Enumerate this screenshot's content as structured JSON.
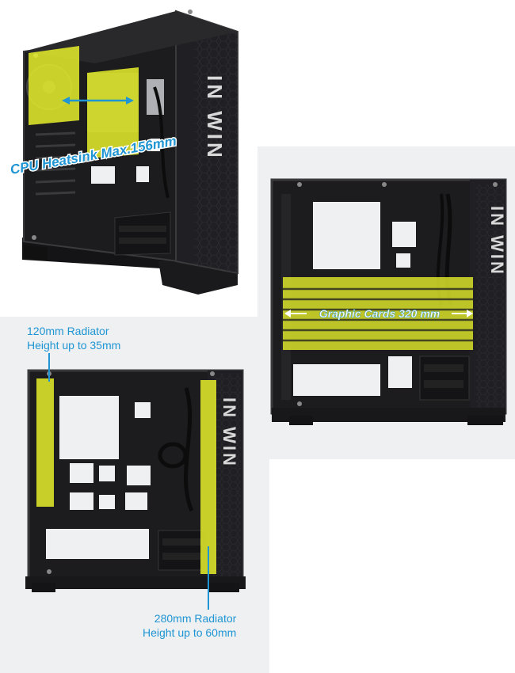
{
  "brand": {
    "logo_text": "IN WIN"
  },
  "cpu_view": {
    "label": "CPU Heatsink Max.156mm"
  },
  "gpu_view": {
    "label": "Graphic Cards 320 mm"
  },
  "radiator_120": {
    "line1": "120mm Radiator",
    "line2": "Height up to 35mm"
  },
  "radiator_280": {
    "line1": "280mm Radiator",
    "line2": "Height up to 60mm"
  },
  "colors": {
    "highlight": "#e6ef2a",
    "accent_blue": "#1f95d3",
    "case_black": "#1c1c1e",
    "case_edge": "#3a3a3d"
  }
}
